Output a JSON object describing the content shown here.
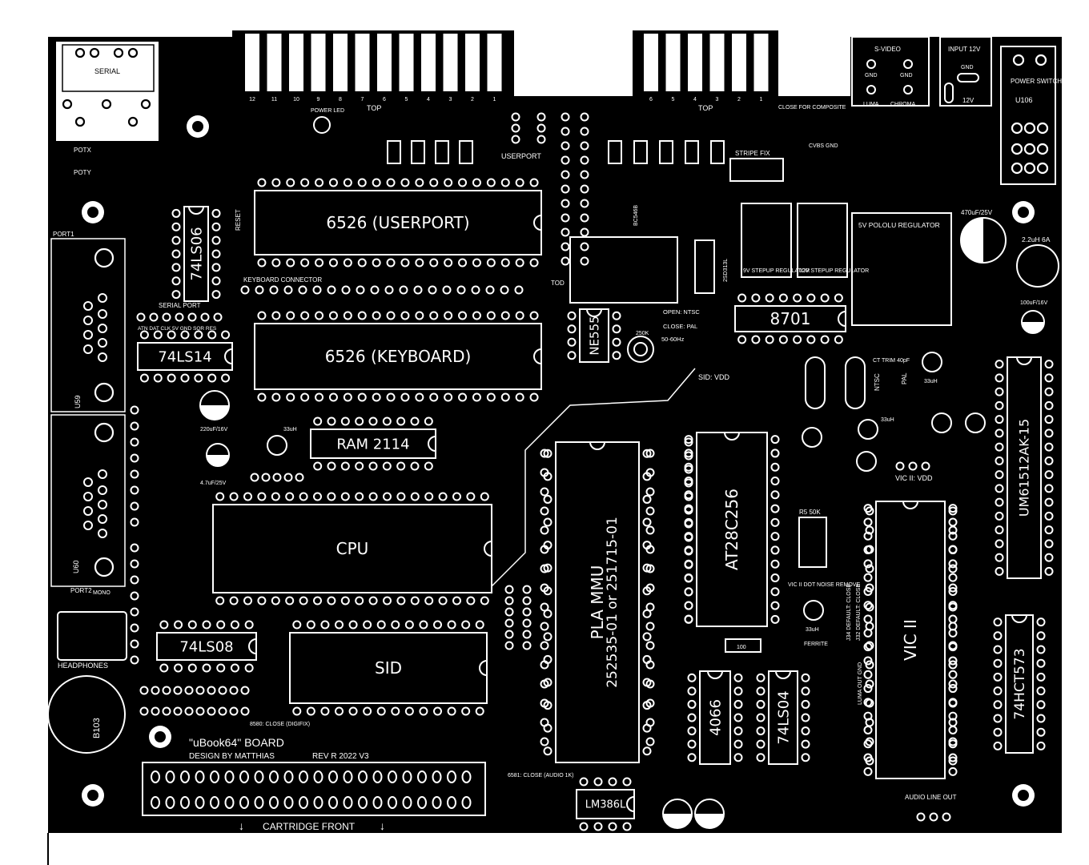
{
  "board": {
    "title": "\"uBook64\" BOARD",
    "designer": "DESIGN BY MATTHIAS",
    "revision": "REV R 2022 V3",
    "colors": {
      "substrate": "#000000",
      "silkscreen": "#ffffff",
      "paper": "#ffffff"
    }
  },
  "connectors": {
    "serial": "SERIAL",
    "top_left": "TOP",
    "top_right": "TOP",
    "top_left_pins": [
      "12",
      "11",
      "10",
      "9",
      "8",
      "7",
      "6",
      "5",
      "4",
      "3",
      "2",
      "1"
    ],
    "top_right_pins": [
      "6",
      "5",
      "4",
      "3",
      "2",
      "1"
    ],
    "svideo": "S-VIDEO",
    "svideo_gnd1": "GND",
    "svideo_gnd2": "GND",
    "luma": "LUMA",
    "chroma": "CHROMA",
    "input": "INPUT 12V",
    "input_gnd": "GND",
    "input_12v": "12V",
    "power_switch": "POWER SWITCH",
    "u106": "U106",
    "port1": "PORT1",
    "port2": "PORT2",
    "headphones": "HEADPHONES",
    "mono": "MONO",
    "cartridge": "CARTRIDGE FRONT",
    "audio_line_out": "AUDIO LINE OUT",
    "keyboard_connector": "KEYBOARD CONNECTOR",
    "userport": "USERPORT",
    "serial_port": "SERIAL PORT",
    "serial_pins": "ATN DAT CLK 5V GND SQR RES",
    "potx": "POTX",
    "poty": "POTY"
  },
  "chips": {
    "u8": "6526 (USERPORT)",
    "u9": "6526 (KEYBOARD)",
    "u7": "74LS06",
    "u13": "74LS14",
    "ram": "RAM 2114",
    "cpu": "CPU",
    "sid": "SID",
    "u16": "74LS08",
    "pla": "PLA MMU",
    "pla_parts": "252535-01 or 251715-01",
    "rom": "AT28C256",
    "vic": "VIC II",
    "u30": "4066",
    "ic1": "74LS04",
    "u2": "74HCT573",
    "u104": "UM61512AK-15",
    "u18": "8701",
    "u6": "NE555",
    "lm386": "LM386L",
    "pololu": "5V POLOLU REGULATOR",
    "stepup9": "9V STEPUP REGULATOR",
    "stepup12": "12V STEPUP REGULATOR"
  },
  "labels": {
    "power_led": "POWER LED",
    "stripe_fix": "STRIPE FIX",
    "close_composite": "CLOSE FOR COMPOSITE",
    "cvbs_gnd": "CVBS GND",
    "reset": "RESET",
    "open_ntsc": "OPEN: NTSC",
    "close_pal": "CLOSE: PAL",
    "hz": "50-60Hz",
    "sid_vdd": "SID: VDD",
    "vic_vdd": "VIC II: VDD",
    "ntsc": "NTSC",
    "pal": "PAL",
    "ct_trim": "CT TRIM 40pF",
    "vic_dot": "VIC II DOT NOISE REMOVE",
    "close_8580": "8580: CLOSE (DIGIFIX)",
    "close_6581": "6581: CLOSE (AUDIO 1K)",
    "tod": "TOD",
    "j34": "J34 DEFAULT: CLOSE",
    "j32": "J32 DEFAULT: CLOSE",
    "luma_out": "LUMA OUT GND",
    "c43": "470uF/25V",
    "l_big": "2.2uH 6A",
    "cap_100uF": "100uF/16V",
    "c9": "220uF/16V",
    "c5": "4.7uF/25V",
    "l2": "33uH",
    "l4": "33uH",
    "l41": "33uH",
    "l1": "33uH",
    "r52": "100",
    "r5": "R5 50K",
    "r55": "250K",
    "bc548": "BC546B",
    "sr2n": "2SD313L",
    "b103": "B103",
    "u59": "U59",
    "u60": "U60",
    "ferrite": "FERRITE"
  }
}
